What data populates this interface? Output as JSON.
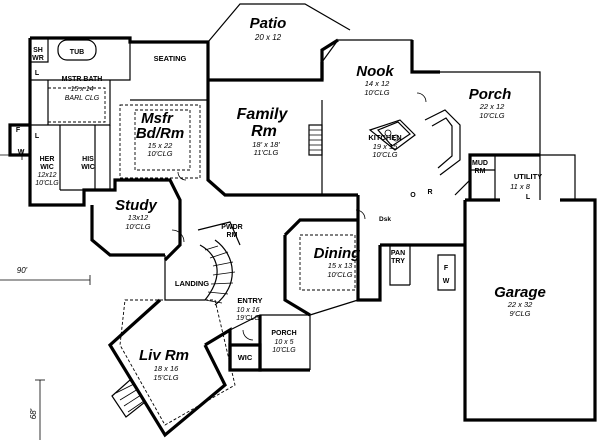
{
  "rooms": {
    "patio": {
      "name": "Patio",
      "size": "20 x 12"
    },
    "nook": {
      "name": "Nook",
      "size": "14 x 12",
      "ceiling": "10'CLG"
    },
    "porch": {
      "name": "Porch",
      "size": "22 x 12",
      "ceiling": "10'CLG"
    },
    "mstr_bath": {
      "name": "MSTR BATH",
      "size": "15 x 14",
      "ceiling": "BARL CLG"
    },
    "seating": {
      "name": "SEATING"
    },
    "msfr": {
      "name1": "Msfr",
      "name2": "Bd/Rm",
      "size": "15 x 22",
      "ceiling": "10'CLG"
    },
    "family": {
      "name1": "Family",
      "name2": "Rm",
      "size": "18' x 18'",
      "ceiling": "11'CLG"
    },
    "kitchen": {
      "name": "KITCHEN",
      "size": "19 x 15",
      "ceiling": "10'CLG"
    },
    "mud": {
      "name1": "MUD",
      "name2": "RM"
    },
    "utility": {
      "name": "UTILITY",
      "size": "11 x 8"
    },
    "her_wic": {
      "name1": "HER",
      "name2": "WIC",
      "size": "12x12",
      "ceiling": "10'CLG"
    },
    "his_wic": {
      "name1": "HIS",
      "name2": "WIC"
    },
    "study": {
      "name": "Study",
      "size": "13x12",
      "ceiling": "10'CLG"
    },
    "pwdr": {
      "name1": "PWDR",
      "name2": "RM"
    },
    "dining": {
      "name": "Dining",
      "size": "15 x 13",
      "ceiling": "10'CLG"
    },
    "pantry": {
      "name1": "PAN",
      "name2": "TRY"
    },
    "landing": {
      "name": "LANDING"
    },
    "entry": {
      "name": "ENTRY",
      "size": "10 x 16",
      "ceiling": "19'CLG"
    },
    "front_porch": {
      "name": "PORCH",
      "size": "10 x 5",
      "ceiling": "10'CLG"
    },
    "garage": {
      "name": "Garage",
      "size": "22 x 32",
      "ceiling": "9'CLG"
    },
    "living": {
      "name": "Liv Rm",
      "size": "18 x 16",
      "ceiling": "15'CLG"
    },
    "wic": {
      "name": "WIC"
    }
  },
  "fixtures": {
    "tub": "TUB",
    "shower1": "SH",
    "shower2": "WR",
    "desk": "Dsk",
    "l_bath": "L",
    "l_wic": "L",
    "l_laundry": "L",
    "w_left": "W",
    "f_left": "F",
    "f_right": "F",
    "w_right": "W",
    "refrigerator": "R",
    "oven": "O"
  },
  "dimensions": {
    "overall_width": "90'",
    "overall_depth": "68'"
  }
}
